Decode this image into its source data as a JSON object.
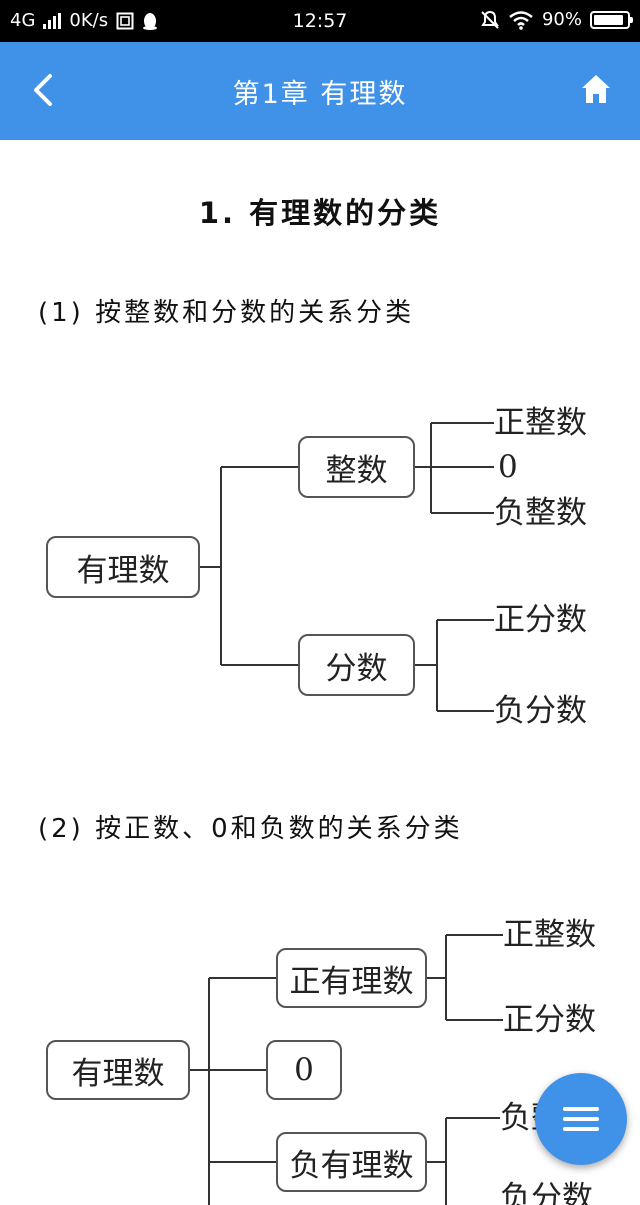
{
  "status_bar": {
    "network": "4G",
    "speed": "0K/s",
    "time": "12:57",
    "battery": "90%",
    "battery_level": 0.9
  },
  "header": {
    "title": "第1章 有理数"
  },
  "section": {
    "title": "1. 有理数的分类"
  },
  "diagram1": {
    "caption": "(1) 按整数和分数的关系分类",
    "root": "有理数",
    "integer_node": "整数",
    "integer_leaves": [
      "正整数",
      "0",
      "负整数"
    ],
    "fraction_node": "分数",
    "fraction_leaves": [
      "正分数",
      "负分数"
    ]
  },
  "diagram2": {
    "caption": "(2) 按正数、0和负数的关系分类",
    "root": "有理数",
    "positive_node": "正有理数",
    "positive_leaves": [
      "正整数",
      "正分数"
    ],
    "zero_node": "0",
    "negative_node": "负有理数",
    "negative_leaves": [
      "负整数",
      "负分数"
    ]
  }
}
